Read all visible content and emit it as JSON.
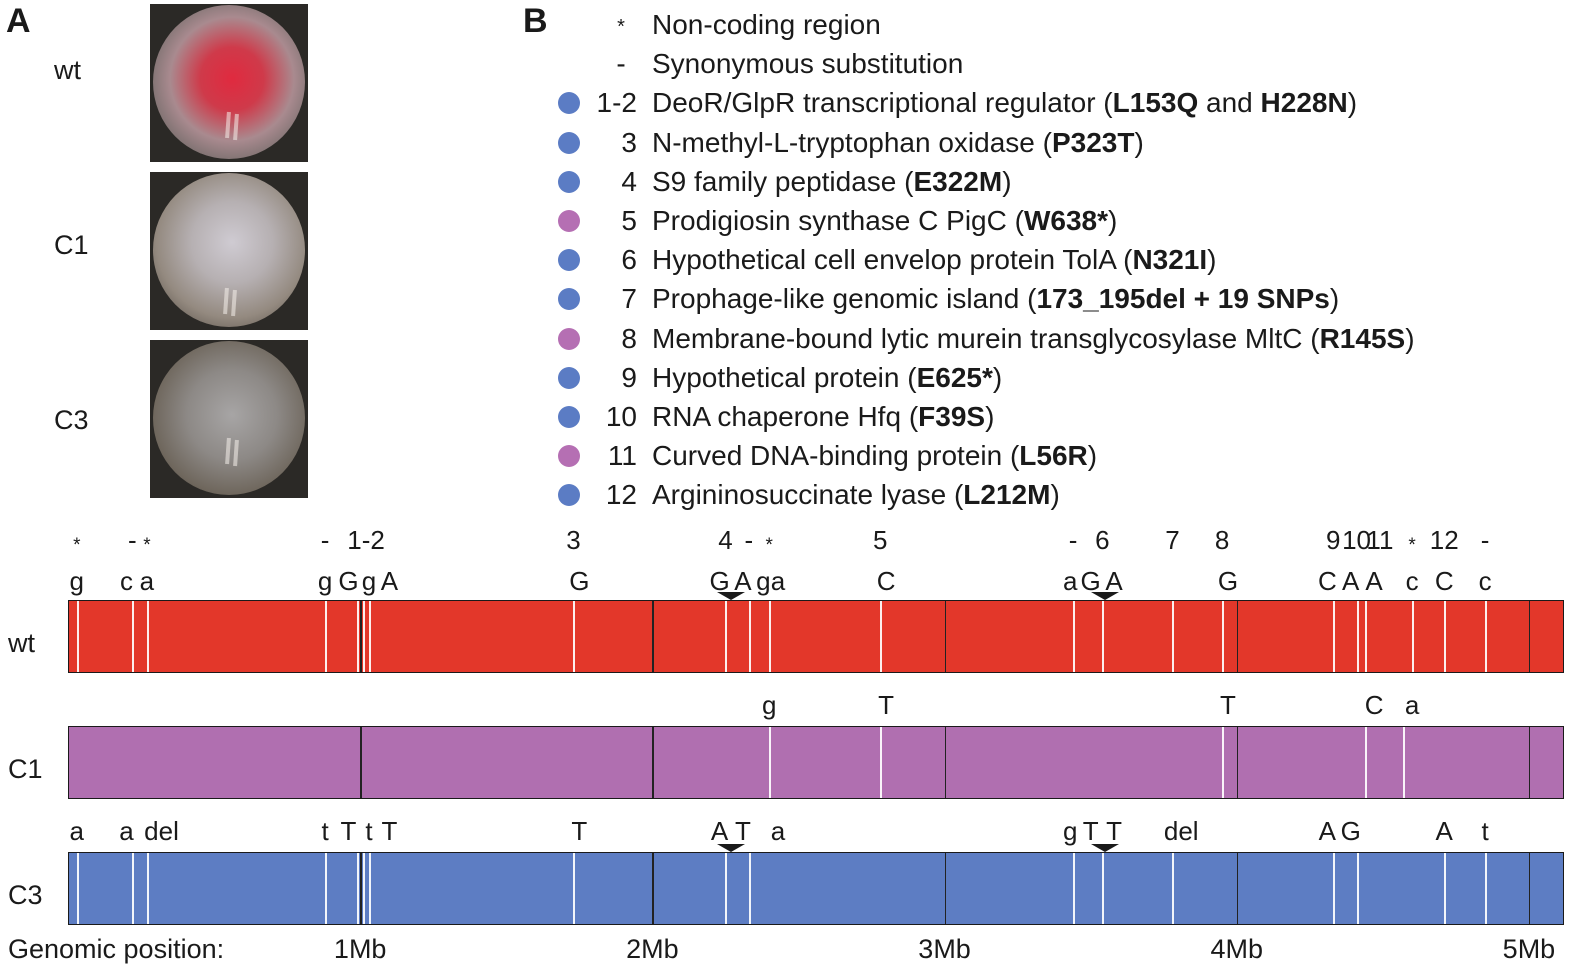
{
  "panel_a": {
    "letter": "A",
    "strains": [
      {
        "label": "wt",
        "color": "#d92a3d"
      },
      {
        "label": "C1",
        "color": "#c0bcc4"
      },
      {
        "label": "C3",
        "color": "#8d8986"
      }
    ]
  },
  "panel_b": {
    "letter": "B",
    "legend": [
      {
        "marker": "*",
        "kind": "symbol",
        "desc": "Non-coding region",
        "mut": ""
      },
      {
        "marker": "-",
        "kind": "symbol",
        "desc": "Synonymous substitution",
        "mut": ""
      },
      {
        "marker": "1-2",
        "kind": "dot",
        "dot_color": "#5b7cc4",
        "desc": "DeoR/GlpR transcriptional regulator (",
        "mut": "L153Q",
        "mid": " and ",
        "mut2": "H228N",
        "end": ")"
      },
      {
        "marker": "3",
        "kind": "dot",
        "dot_color": "#5b7cc4",
        "desc": "N-methyl-L-tryptophan oxidase (",
        "mut": "P323T",
        "end": ")"
      },
      {
        "marker": "4",
        "kind": "dot",
        "dot_color": "#5b7cc4",
        "desc": "S9 family peptidase (",
        "mut": "E322M",
        "end": ")"
      },
      {
        "marker": "5",
        "kind": "dot",
        "dot_color": "#b56fb3",
        "desc": "Prodigiosin synthase C PigC (",
        "mut": "W638*",
        "end": ")"
      },
      {
        "marker": "6",
        "kind": "dot",
        "dot_color": "#5b7cc4",
        "desc": "Hypothetical cell envelop protein TolA (",
        "mut": "N321I",
        "end": ")"
      },
      {
        "marker": "7",
        "kind": "dot",
        "dot_color": "#5b7cc4",
        "desc": "Prophage-like genomic island (",
        "mut": "173_195del + 19 SNPs",
        "end": ")"
      },
      {
        "marker": "8",
        "kind": "dot",
        "dot_color": "#b56fb3",
        "desc": "Membrane-bound lytic murein transglycosylase MltC (",
        "mut": "R145S",
        "end": ")"
      },
      {
        "marker": "9",
        "kind": "dot",
        "dot_color": "#5b7cc4",
        "desc": "Hypothetical protein (",
        "mut": "E625*",
        "end": ")"
      },
      {
        "marker": "10",
        "kind": "dot",
        "dot_color": "#5b7cc4",
        "desc": "RNA chaperone Hfq (",
        "mut": "F39S",
        "end": ")"
      },
      {
        "marker": "11",
        "kind": "dot",
        "dot_color": "#b56fb3",
        "desc": "Curved DNA-binding protein (",
        "mut": "L56R",
        "end": ")"
      },
      {
        "marker": "12",
        "kind": "dot",
        "dot_color": "#5b7cc4",
        "desc": "Argininosuccinate lyase (",
        "mut": "L212M",
        "end": ")"
      }
    ]
  },
  "genome_map": {
    "genome_length_mb": 5.12,
    "axis_title": "Genomic position:",
    "axis_ticks": [
      {
        "mb": 1,
        "label": "1Mb"
      },
      {
        "mb": 2,
        "label": "2Mb"
      },
      {
        "mb": 3,
        "label": "3Mb"
      },
      {
        "mb": 4,
        "label": "4Mb"
      },
      {
        "mb": 5,
        "label": "5Mb"
      }
    ],
    "top_markers": [
      {
        "mb": 0.03,
        "text": "*"
      },
      {
        "mb": 0.22,
        "text": "-"
      },
      {
        "mb": 0.27,
        "text": "*"
      },
      {
        "mb": 0.88,
        "text": "-"
      },
      {
        "mb": 1.02,
        "text": "1-2"
      },
      {
        "mb": 1.73,
        "text": "3"
      },
      {
        "mb": 2.25,
        "text": "4"
      },
      {
        "mb": 2.33,
        "text": "-"
      },
      {
        "mb": 2.4,
        "text": "*"
      },
      {
        "mb": 2.78,
        "text": "5"
      },
      {
        "mb": 3.44,
        "text": "-"
      },
      {
        "mb": 3.54,
        "text": "6"
      },
      {
        "mb": 3.78,
        "text": "7"
      },
      {
        "mb": 3.95,
        "text": "8"
      },
      {
        "mb": 4.33,
        "text": "9"
      },
      {
        "mb": 4.41,
        "text": "10"
      },
      {
        "mb": 4.49,
        "text": "11"
      },
      {
        "mb": 4.6,
        "text": "*"
      },
      {
        "mb": 4.71,
        "text": "12"
      },
      {
        "mb": 4.85,
        "text": "-"
      }
    ],
    "tracks": [
      {
        "name": "wt",
        "color": "#e3372a",
        "letters": [
          {
            "mb": 0.03,
            "text": "g"
          },
          {
            "mb": 0.2,
            "text": "c"
          },
          {
            "mb": 0.27,
            "text": "a"
          },
          {
            "mb": 0.88,
            "text": "g"
          },
          {
            "mb": 0.96,
            "text": "G"
          },
          {
            "mb": 1.03,
            "text": "g"
          },
          {
            "mb": 1.1,
            "text": "A"
          },
          {
            "mb": 1.75,
            "text": "G"
          },
          {
            "mb": 2.23,
            "text": "G"
          },
          {
            "mb": 2.31,
            "text": "A"
          },
          {
            "mb": 2.38,
            "text": "g"
          },
          {
            "mb": 2.43,
            "text": "a"
          },
          {
            "mb": 2.8,
            "text": "C"
          },
          {
            "mb": 3.43,
            "text": "a"
          },
          {
            "mb": 3.5,
            "text": "G"
          },
          {
            "mb": 3.58,
            "text": "A"
          },
          {
            "mb": 3.97,
            "text": "G"
          },
          {
            "mb": 4.31,
            "text": "C"
          },
          {
            "mb": 4.39,
            "text": "A"
          },
          {
            "mb": 4.47,
            "text": "A"
          },
          {
            "mb": 4.6,
            "text": "c"
          },
          {
            "mb": 4.71,
            "text": "C"
          },
          {
            "mb": 4.85,
            "text": "c"
          }
        ],
        "variant_lines_mb": [
          0.03,
          0.22,
          0.27,
          0.88,
          0.99,
          1.01,
          1.03,
          1.73,
          2.25,
          2.33,
          2.4,
          2.78,
          3.44,
          3.54,
          3.78,
          3.95,
          4.33,
          4.41,
          4.44,
          4.6,
          4.71,
          4.85
        ]
      },
      {
        "name": "C1",
        "color": "#b06fb0",
        "letters": [
          {
            "mb": 2.4,
            "text": "g"
          },
          {
            "mb": 2.8,
            "text": "T"
          },
          {
            "mb": 3.97,
            "text": "T"
          },
          {
            "mb": 4.47,
            "text": "C"
          },
          {
            "mb": 4.6,
            "text": "a"
          }
        ],
        "variant_lines_mb": [
          2.4,
          2.78,
          3.95,
          4.44,
          4.57
        ]
      },
      {
        "name": "C3",
        "color": "#5d7dc3",
        "letters": [
          {
            "mb": 0.03,
            "text": "a"
          },
          {
            "mb": 0.2,
            "text": "a"
          },
          {
            "mb": 0.32,
            "text": "del"
          },
          {
            "mb": 0.88,
            "text": "t"
          },
          {
            "mb": 0.96,
            "text": "T"
          },
          {
            "mb": 1.03,
            "text": "t"
          },
          {
            "mb": 1.1,
            "text": "T"
          },
          {
            "mb": 1.75,
            "text": "T"
          },
          {
            "mb": 2.23,
            "text": "A"
          },
          {
            "mb": 2.31,
            "text": "T"
          },
          {
            "mb": 2.43,
            "text": "a"
          },
          {
            "mb": 3.43,
            "text": "g"
          },
          {
            "mb": 3.5,
            "text": "T"
          },
          {
            "mb": 3.58,
            "text": "T"
          },
          {
            "mb": 3.81,
            "text": "del"
          },
          {
            "mb": 4.31,
            "text": "A"
          },
          {
            "mb": 4.39,
            "text": "G"
          },
          {
            "mb": 4.71,
            "text": "A"
          },
          {
            "mb": 4.85,
            "text": "t"
          }
        ],
        "variant_lines_mb": [
          0.03,
          0.22,
          0.27,
          0.88,
          0.99,
          1.01,
          1.03,
          1.73,
          2.25,
          2.33,
          3.44,
          3.54,
          3.78,
          4.33,
          4.41,
          4.71,
          4.85
        ]
      }
    ]
  }
}
